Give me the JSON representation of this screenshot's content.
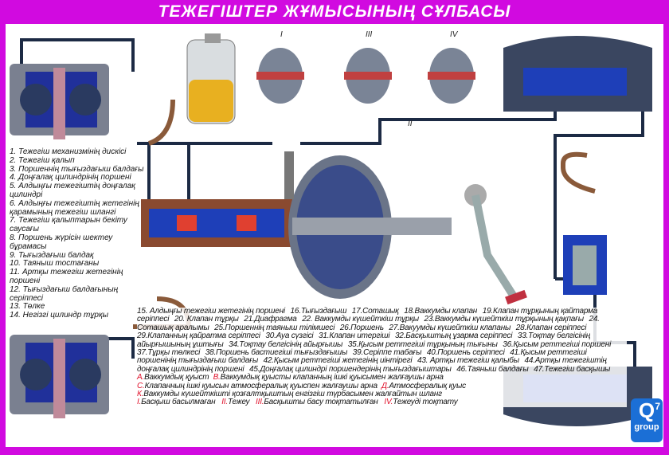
{
  "title": "ТЕЖЕГІШТЕР ЖҰМЫСЫНЫҢ СҰЛБАСЫ",
  "stage_labels": [
    "I",
    "III",
    "IV",
    "II"
  ],
  "left_legend": [
    "1. Тежегіш механизмінің дискісі",
    "2. Тежегіш қалып",
    "3. Поршеннің тығыздағыш балдағы",
    "4. Доңғалақ цилиндрінің поршені",
    "5. Алдыңғы тежегіштің доңғалақ цилиндрі",
    "6. Алдыңғы тежегіштің жетегінің қарамының тежегіш шлангі",
    "7. Тежегіш қалыптарын бекіту саусағы",
    "8. Поршень жүрісін шектеу бұрамасы",
    "9. Тығыздағыш балдақ",
    "10. Таяныш тостағаны",
    "11. Артқы тежегіш жетегінің поршені",
    "12. Тығыздағыш балдағының серіппесі",
    "13. Төлке",
    "14. Негізгі цилиндр тұрқы"
  ],
  "bottom_legend": [
    "15. Алдыңғы тежегіш жетегінің поршені",
    "16.Тығыздағыш",
    "17.Соташық",
    "18.Ваккумды клапан",
    "19.Клапан тұрқының қайтарма серіппесі",
    "20. Клапан тұрқы",
    "21.Диафрагма",
    "22. Ваккумды күшейткіш тұрқы",
    "23.Ваккумды күшейткіш тұрқының қақпағы",
    "24. Соташық аралымы",
    "25.Поршеннің таяныш тілімшесі",
    "26.Поршень",
    "27.Вакуумды күшейткіш клапаны",
    "28.Клапан серіппесі",
    "29.Клапанның қайратма серіппесі",
    "30.Ауа сүзгісі",
    "31.Клапан итергіші",
    "32.Басқыштың ұзарма серіппесі",
    "33.Тоқтау белгісінің айырғышының ұштығы",
    "34.Тоқтау белгісінің айырғышы",
    "35.Қысым реттегіші тұрқының тығыны",
    "36.Қысым реттегіші поршені",
    "37.Тұрқы төлкесі",
    "38.Поршень бастиегіші тығыздағышы",
    "39.Серіппе табағы",
    "40.Поршень серіппесі",
    "41.Қысым реттегіші поршенінің тығыздағыш балдағы",
    "42.Қысым реттегіші жетегінің иінтірегі",
    "43. Артқы тежегіш қалыбы",
    "44.Артқы тежегіштің доңғалақ цилиндрінің поршені",
    "45.Доңғалақ цилиндрі поршендерінің тығыздағыштары",
    "46.Таяныш балдағы",
    "47.Тежегіш басқышы"
  ],
  "letter_legend": [
    {
      "key": "А.",
      "text": "Ваккумдық қуыст"
    },
    {
      "key": "В.",
      "text": "Ваккумдық қуысты клапанның ішкі қуысымен жалғаушы арна"
    },
    {
      "key": "С.",
      "text": "Клапанның ішкі қуысын атмосфералық қуыспен жалғаушы арна"
    },
    {
      "key": "Д.",
      "text": "Атмосфералық қуыс"
    },
    {
      "key": "К.",
      "text": "Ваккумды күшейткішті қозғалтқыштың енгізгіш түрбасымен жалғайтын шланг"
    }
  ],
  "stage_legend": [
    {
      "key": "I.",
      "text": "Басқыш басылмаған"
    },
    {
      "key": "II.",
      "text": "Тежеу"
    },
    {
      "key": "III.",
      "text": "Басқышты басу тоқтатылған"
    },
    {
      "key": "IV.",
      "text": "Тежеуді тоқтату"
    }
  ],
  "logo": {
    "letter": "Q",
    "number": "7",
    "word": "group"
  },
  "colors": {
    "frame": "#d10ae0",
    "pipe": "#1c2a44",
    "accent_red": "#e0102a",
    "hydraulic_blue": "#1e3fb8",
    "logo": "#1b6fd6"
  }
}
